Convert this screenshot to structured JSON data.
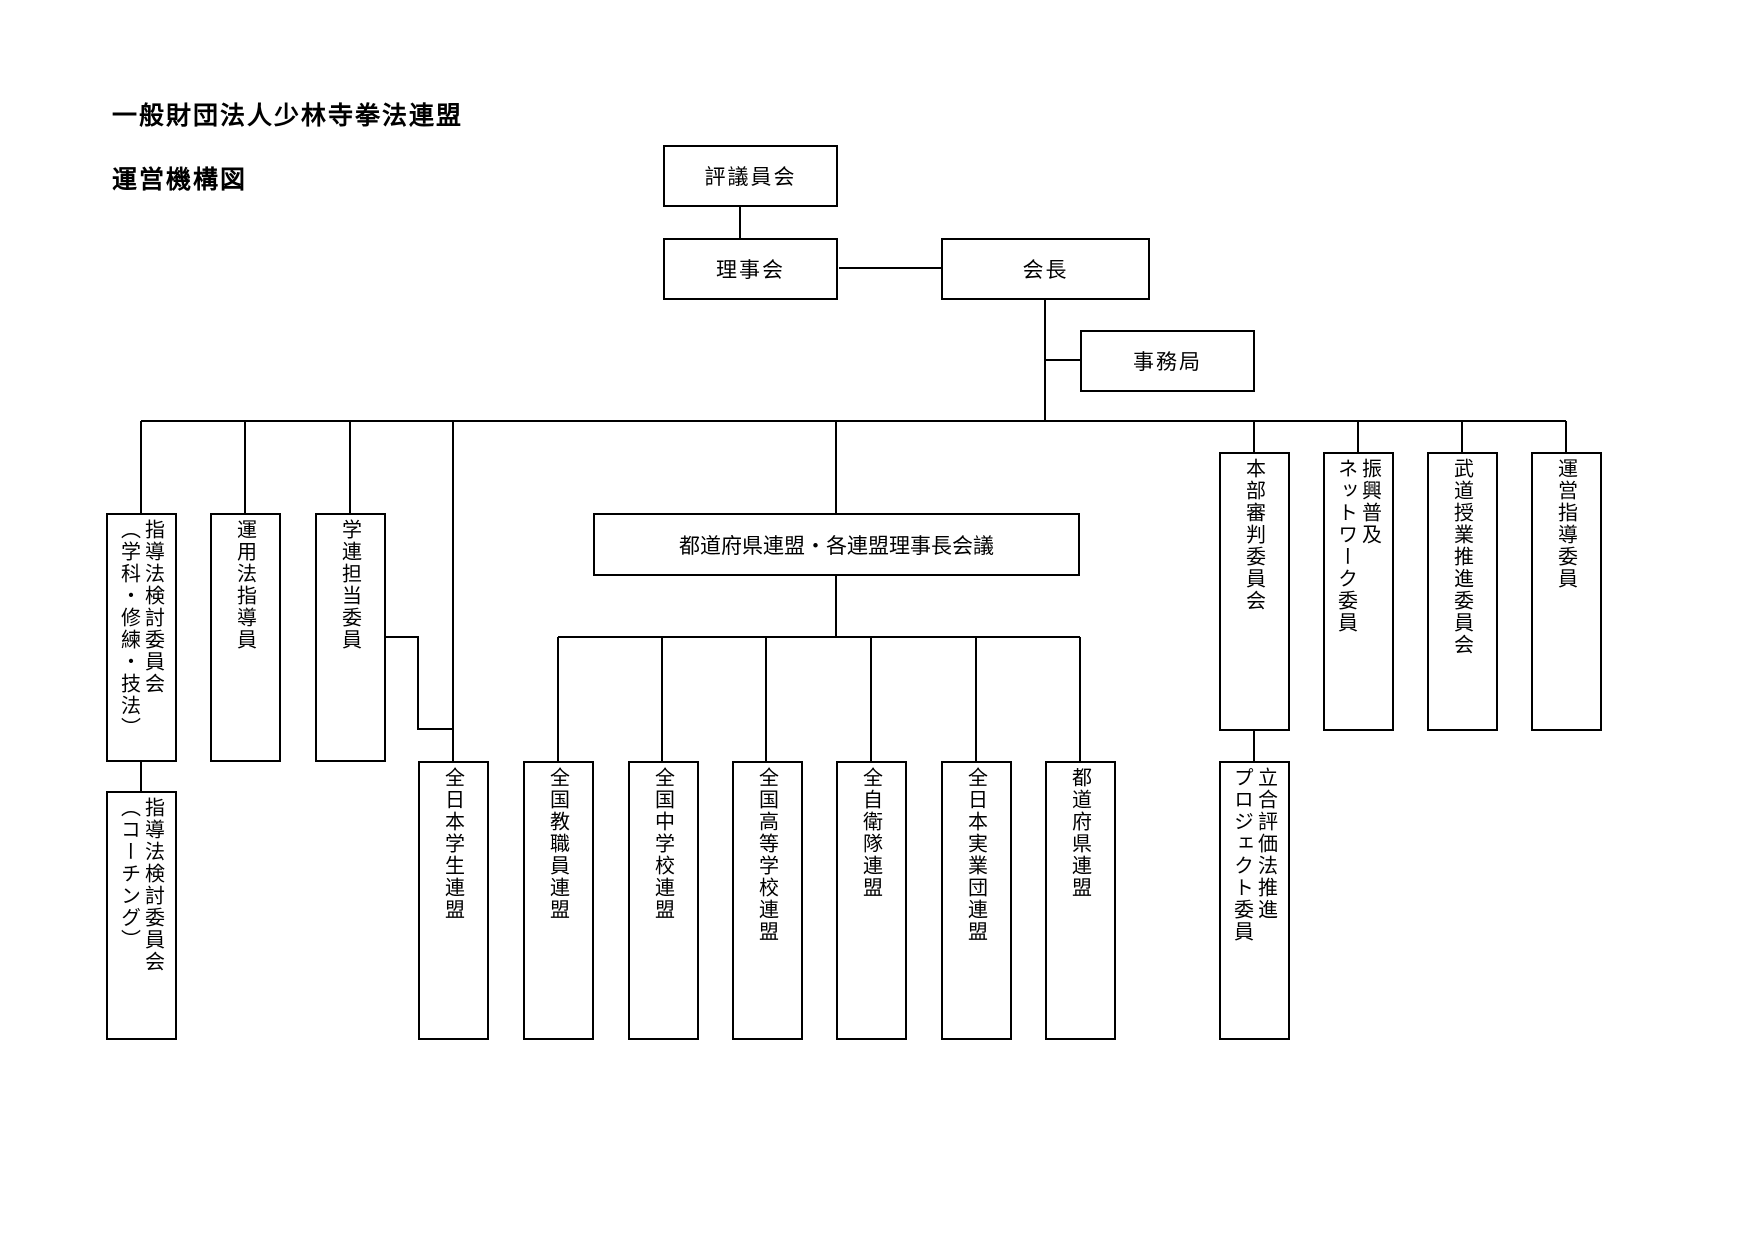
{
  "header": {
    "title": "一般財団法人少林寺拳法連盟",
    "subtitle": "運営機構図"
  },
  "nodes": {
    "hyogiinkai": "評議員会",
    "rijikai": "理事会",
    "kaicho": "会長",
    "jimukyoku": "事務局",
    "shidoho_gakka": "指導法検討委員会\n（学科・修練・技法）",
    "shidoho_coaching": "指導法検討委員会\n（コーチング）",
    "unyoho": "運用法指導員",
    "gakuren": "学連担当委員",
    "todofuken_kaigi": "都道府県連盟・各連盟理事長会議",
    "zennihon_gakusei": "全日本学生連盟",
    "zenkoku_kyoshokuin": "全国教職員連盟",
    "zenkoku_chugakko": "全国中学校連盟",
    "zenkoku_koto": "全国高等学校連盟",
    "zen_jieitai": "全自衛隊連盟",
    "zennihon_jitsugyodan": "全日本実業団連盟",
    "todofuken_renmei": "都道府県連盟",
    "honbu_shinpan": "本部審判委員会",
    "rittai_project": "立合評価法推進\nプロジェクト委員",
    "shinko_network": "振興普及\nネットワーク委員",
    "budo_jugyo": "武道授業推進委員会",
    "unei_shido": "運営指導委員"
  }
}
